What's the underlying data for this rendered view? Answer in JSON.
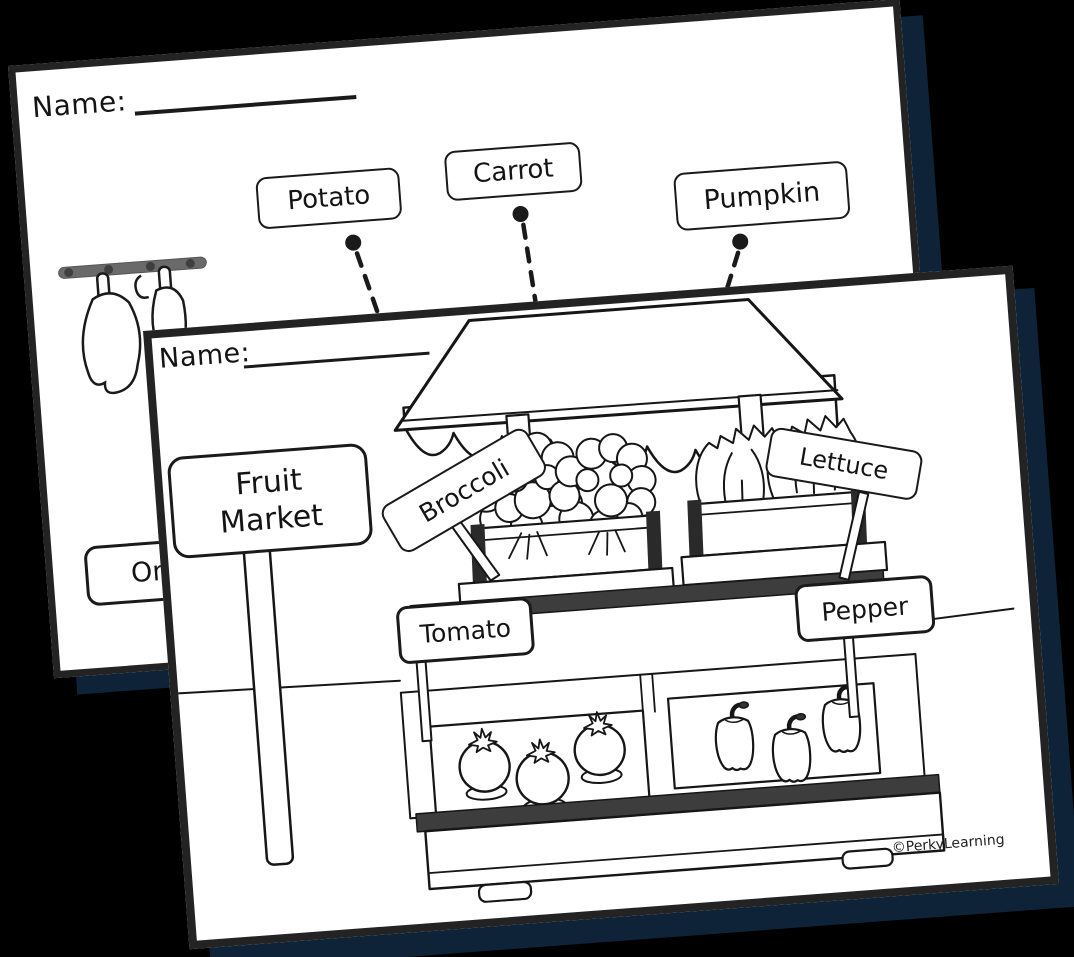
{
  "canvas": {
    "background": "#000000",
    "shadow_color": "#0e2238",
    "page_border_color": "#232323",
    "ink_color": "#161616",
    "counter_bar_color": "#3d3d3d",
    "rail_color": "#6a6a6a"
  },
  "back_page": {
    "name_label": "Name:",
    "word_labels": [
      {
        "label": "Potato"
      },
      {
        "label": "Carrot"
      },
      {
        "label": "Pumpkin"
      }
    ],
    "partial_label": {
      "label": "Onion"
    }
  },
  "front_page": {
    "name_label": "Name:",
    "sign": {
      "line1": "Fruit",
      "line2": "Market"
    },
    "word_labels": [
      {
        "label": "Broccoli"
      },
      {
        "label": "Lettuce"
      },
      {
        "label": "Tomato"
      },
      {
        "label": "Pepper"
      }
    ],
    "credit": "©PerkyLearning"
  }
}
